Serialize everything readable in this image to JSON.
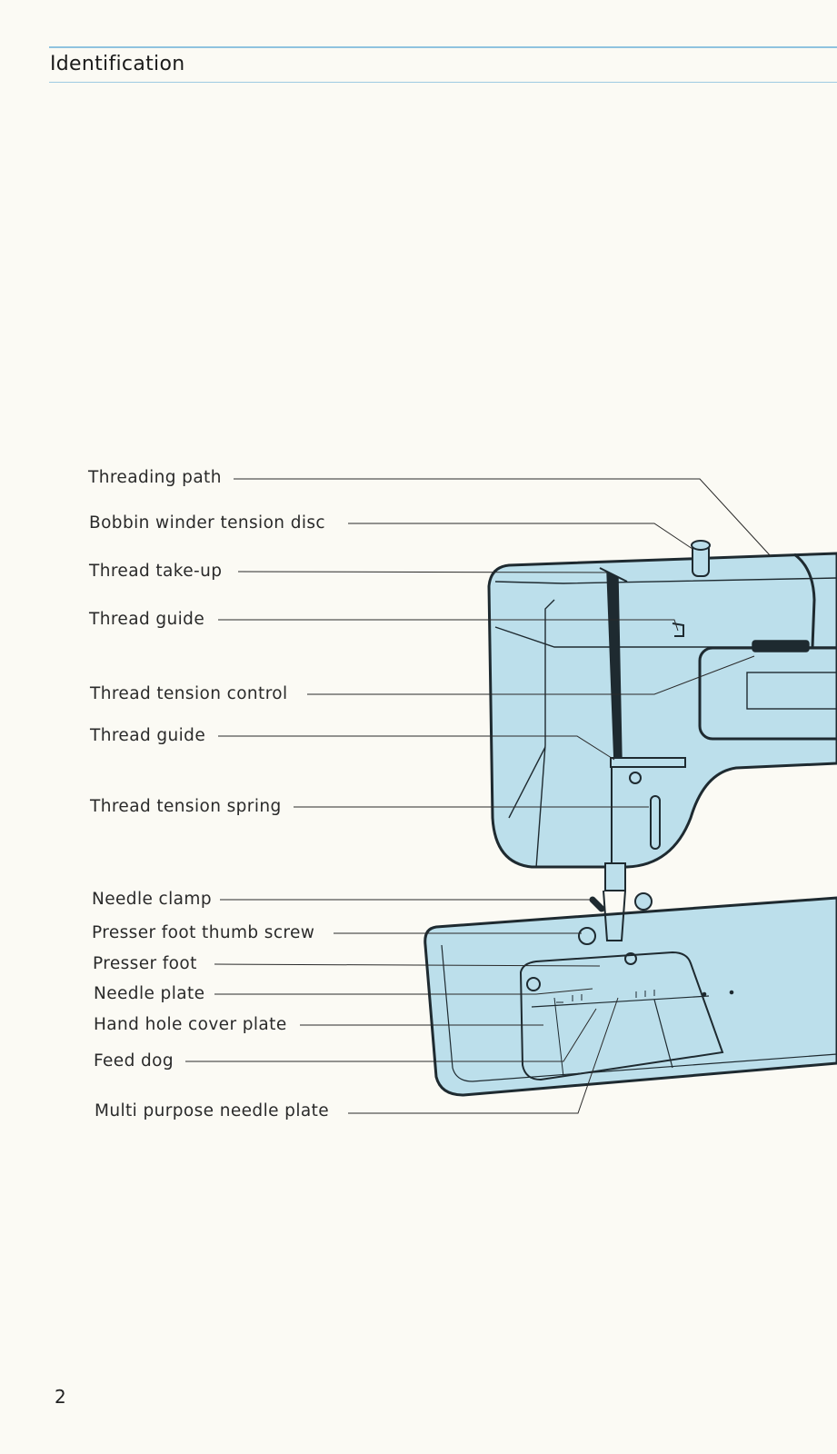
{
  "header": {
    "title": "Identification"
  },
  "labels": {
    "threading_path": "Threading path",
    "bobbin_winder_tension_disc": "Bobbin winder tension disc",
    "thread_take_up": "Thread take-up",
    "thread_guide_upper": "Thread guide",
    "thread_tension_control": "Thread tension control",
    "thread_guide_lower": "Thread guide",
    "thread_tension_spring": "Thread tension spring",
    "needle_clamp": "Needle clamp",
    "presser_foot_thumb_screw": "Presser foot thumb screw",
    "presser_foot": "Presser foot",
    "needle_plate": "Needle plate",
    "hand_hole_cover_plate": "Hand hole cover plate",
    "feed_dog": "Feed dog",
    "multi_purpose_needle_plate": "Multi purpose needle plate"
  },
  "colors": {
    "machine_body": "#bcdfeb",
    "outline": "#1e2a30",
    "rule": "#8fc3df"
  },
  "footer": {
    "page_number": "2"
  }
}
